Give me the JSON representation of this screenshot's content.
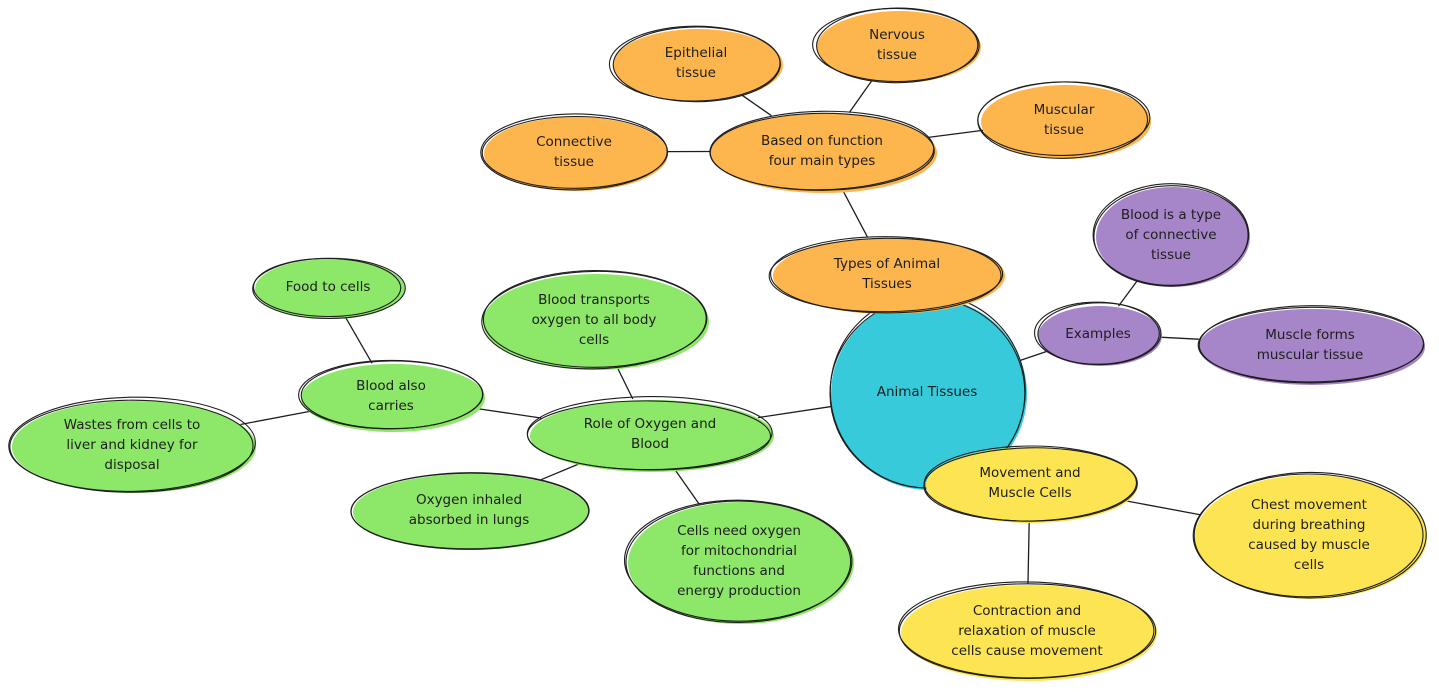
{
  "diagram": {
    "type": "mind-map",
    "colors": {
      "orange": "#fdb54d",
      "purple": "#a686c9",
      "cyan": "#36cadb",
      "green": "#8de768",
      "yellow": "#fde452",
      "ink": "#1e1e1e"
    },
    "nodes": [
      {
        "id": "animal-tissues",
        "lines": [
          "Animal Tissues"
        ],
        "color": "cyan"
      },
      {
        "id": "types-of-animal-tissues",
        "lines": [
          "Types of Animal",
          "Tissues"
        ],
        "color": "orange"
      },
      {
        "id": "based-on-function",
        "lines": [
          "Based on function",
          "four main types"
        ],
        "color": "orange"
      },
      {
        "id": "epithelial-tissue",
        "lines": [
          "Epithelial",
          "tissue"
        ],
        "color": "orange"
      },
      {
        "id": "nervous-tissue",
        "lines": [
          "Nervous",
          "tissue"
        ],
        "color": "orange"
      },
      {
        "id": "muscular-tissue",
        "lines": [
          "Muscular",
          "tissue"
        ],
        "color": "orange"
      },
      {
        "id": "connective-tissue",
        "lines": [
          "Connective",
          "tissue"
        ],
        "color": "orange"
      },
      {
        "id": "examples",
        "lines": [
          "Examples"
        ],
        "color": "purple"
      },
      {
        "id": "blood-connective",
        "lines": [
          "Blood is a type",
          "of connective",
          "tissue"
        ],
        "color": "purple"
      },
      {
        "id": "muscle-forms",
        "lines": [
          "Muscle forms",
          "muscular tissue"
        ],
        "color": "purple"
      },
      {
        "id": "role-of-oxygen",
        "lines": [
          "Role of Oxygen and",
          "Blood"
        ],
        "color": "green"
      },
      {
        "id": "blood-transports",
        "lines": [
          "Blood transports",
          "oxygen to all body",
          "cells"
        ],
        "color": "green"
      },
      {
        "id": "blood-also-carries",
        "lines": [
          "Blood also",
          "carries"
        ],
        "color": "green"
      },
      {
        "id": "food-to-cells",
        "lines": [
          "Food to cells"
        ],
        "color": "green"
      },
      {
        "id": "wastes-from-cells",
        "lines": [
          "Wastes from cells to",
          "liver and kidney for",
          "disposal"
        ],
        "color": "green"
      },
      {
        "id": "oxygen-inhaled",
        "lines": [
          "Oxygen inhaled",
          "absorbed in lungs"
        ],
        "color": "green"
      },
      {
        "id": "cells-need-oxygen",
        "lines": [
          "Cells need oxygen",
          "for mitochondrial",
          "functions and",
          "energy production"
        ],
        "color": "green"
      },
      {
        "id": "movement-muscle-cells",
        "lines": [
          "Movement and",
          "Muscle Cells"
        ],
        "color": "yellow"
      },
      {
        "id": "chest-movement",
        "lines": [
          "Chest movement",
          "during breathing",
          "caused by muscle",
          "cells"
        ],
        "color": "yellow"
      },
      {
        "id": "contraction-relaxation",
        "lines": [
          "Contraction and",
          "relaxation of muscle",
          "cells cause movement"
        ],
        "color": "yellow"
      }
    ],
    "edges": [
      [
        "animal-tissues",
        "types-of-animal-tissues"
      ],
      [
        "types-of-animal-tissues",
        "based-on-function"
      ],
      [
        "based-on-function",
        "epithelial-tissue"
      ],
      [
        "based-on-function",
        "nervous-tissue"
      ],
      [
        "based-on-function",
        "muscular-tissue"
      ],
      [
        "based-on-function",
        "connective-tissue"
      ],
      [
        "animal-tissues",
        "examples"
      ],
      [
        "examples",
        "blood-connective"
      ],
      [
        "examples",
        "muscle-forms"
      ],
      [
        "animal-tissues",
        "role-of-oxygen"
      ],
      [
        "role-of-oxygen",
        "blood-transports"
      ],
      [
        "role-of-oxygen",
        "blood-also-carries"
      ],
      [
        "blood-also-carries",
        "food-to-cells"
      ],
      [
        "blood-also-carries",
        "wastes-from-cells"
      ],
      [
        "role-of-oxygen",
        "oxygen-inhaled"
      ],
      [
        "role-of-oxygen",
        "cells-need-oxygen"
      ],
      [
        "animal-tissues",
        "movement-muscle-cells"
      ],
      [
        "movement-muscle-cells",
        "chest-movement"
      ],
      [
        "movement-muscle-cells",
        "contraction-relaxation"
      ]
    ]
  }
}
